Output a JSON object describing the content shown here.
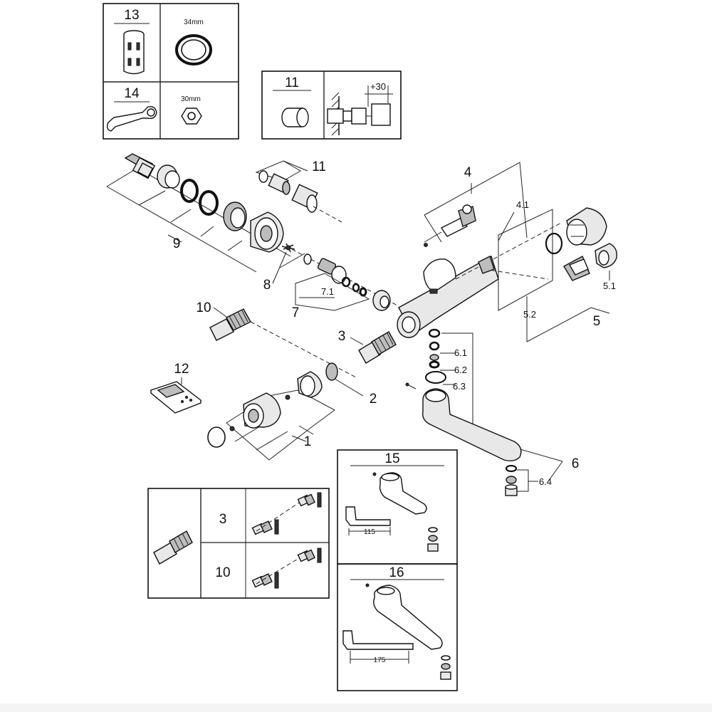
{
  "callouts": {
    "c1": "1",
    "c2": "2",
    "c3": "3",
    "c4": "4",
    "c4_1": "4.1",
    "c5": "5",
    "c5_1": "5.1",
    "c5_2": "5.2",
    "c6": "6",
    "c6_1": "6.1",
    "c6_2": "6.2",
    "c6_3": "6.3",
    "c6_4": "6.4",
    "c7": "7",
    "c7_1": "7.1",
    "c8": "8",
    "c9": "9",
    "c10": "10",
    "c11": "11",
    "c12": "12"
  },
  "tool_box": {
    "item13": "13",
    "size13": "34mm",
    "item14": "14",
    "size14": "30mm"
  },
  "box11": {
    "item": "11",
    "dim": "+30"
  },
  "box_3_10": {
    "row1": "3",
    "row2": "10"
  },
  "box15": {
    "item": "15",
    "dim": "115"
  },
  "box16": {
    "item": "16",
    "dim": "175"
  }
}
